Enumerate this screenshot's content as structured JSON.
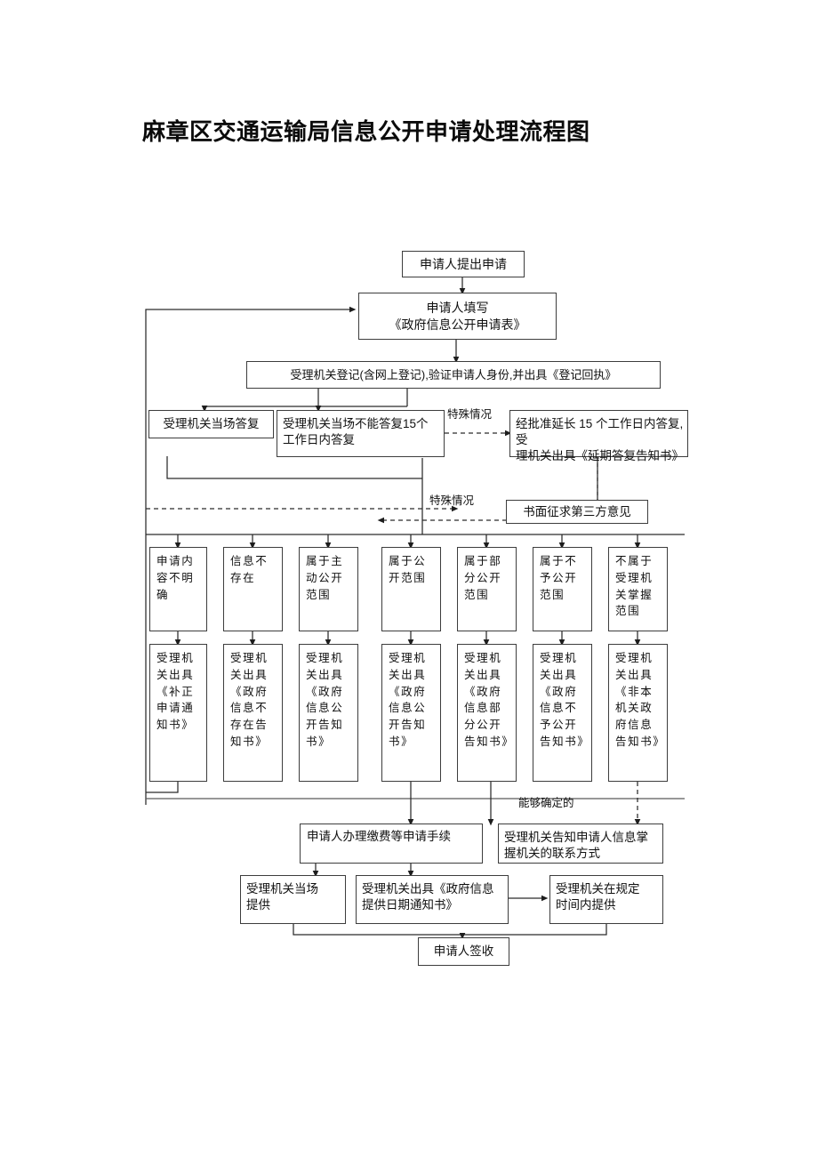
{
  "document": {
    "title": "麻章区交通运输局信息公开申请处理流程图"
  },
  "flowchart": {
    "type": "flowchart",
    "orientation": "top-to-bottom",
    "nodes": {
      "n1": "申请人提出申请",
      "n2_line1": "申请人填写",
      "n2_line2": "《政府信息公开申请表》",
      "n3": "受理机关登记(含网上登记),验证申请人身份,并出具《登记回执》",
      "n4": "受理机关当场答复",
      "n5_line1": "受理机关当场不能答复15个",
      "n5_line2": "工作日内答复",
      "n6_line1": "经批准延长 15 个工作日内答复,受",
      "n6_line2": "理机关出具《延期答复告知书》",
      "n7": "书面征求第三方意见",
      "c1": "申请内容不明确",
      "c2": "信息不存在",
      "c3": "属于主动公开范围",
      "c4": "属于公开范围",
      "c5": "属于部分公开范围",
      "c6": "属于不予公开范围",
      "c7": "不属于受理机关掌握范围",
      "d1": "受理机关出具《补正申请通知书》",
      "d2": "受理机关出具《政府信息不存在告知书》",
      "d3": "受理机关出具《政府信息公开告知书》",
      "d4": "受理机关出具《政府信息公开告知书》",
      "d5": "受理机关出具《政府信息部分公开告知书》",
      "d6": "受理机关出具《政府信息不予公开告知书》",
      "d7": "受理机关出具《非本机关政府信息告知书》",
      "e1": "申请人办理缴费等申请手续",
      "e2_line1": "受理机关告知申请人信息掌",
      "e2_line2": "握机关的联系方式",
      "f1_line1": "受理机关当场",
      "f1_line2": "提供",
      "f2_line1": "受理机关出具《政府信息",
      "f2_line2": "提供日期通知书》",
      "f3_line1": "受理机关在规定",
      "f3_line2": "时间内提供",
      "g1": "申请人签收"
    },
    "edge_labels": {
      "special_case_1": "特殊情况",
      "special_case_2": "特殊情况",
      "determinable": "能够确定的"
    },
    "colors": {
      "box_border": "#3d3d3d",
      "connector": "#2b2b2b",
      "background": "#ffffff",
      "text": "#101010"
    }
  }
}
